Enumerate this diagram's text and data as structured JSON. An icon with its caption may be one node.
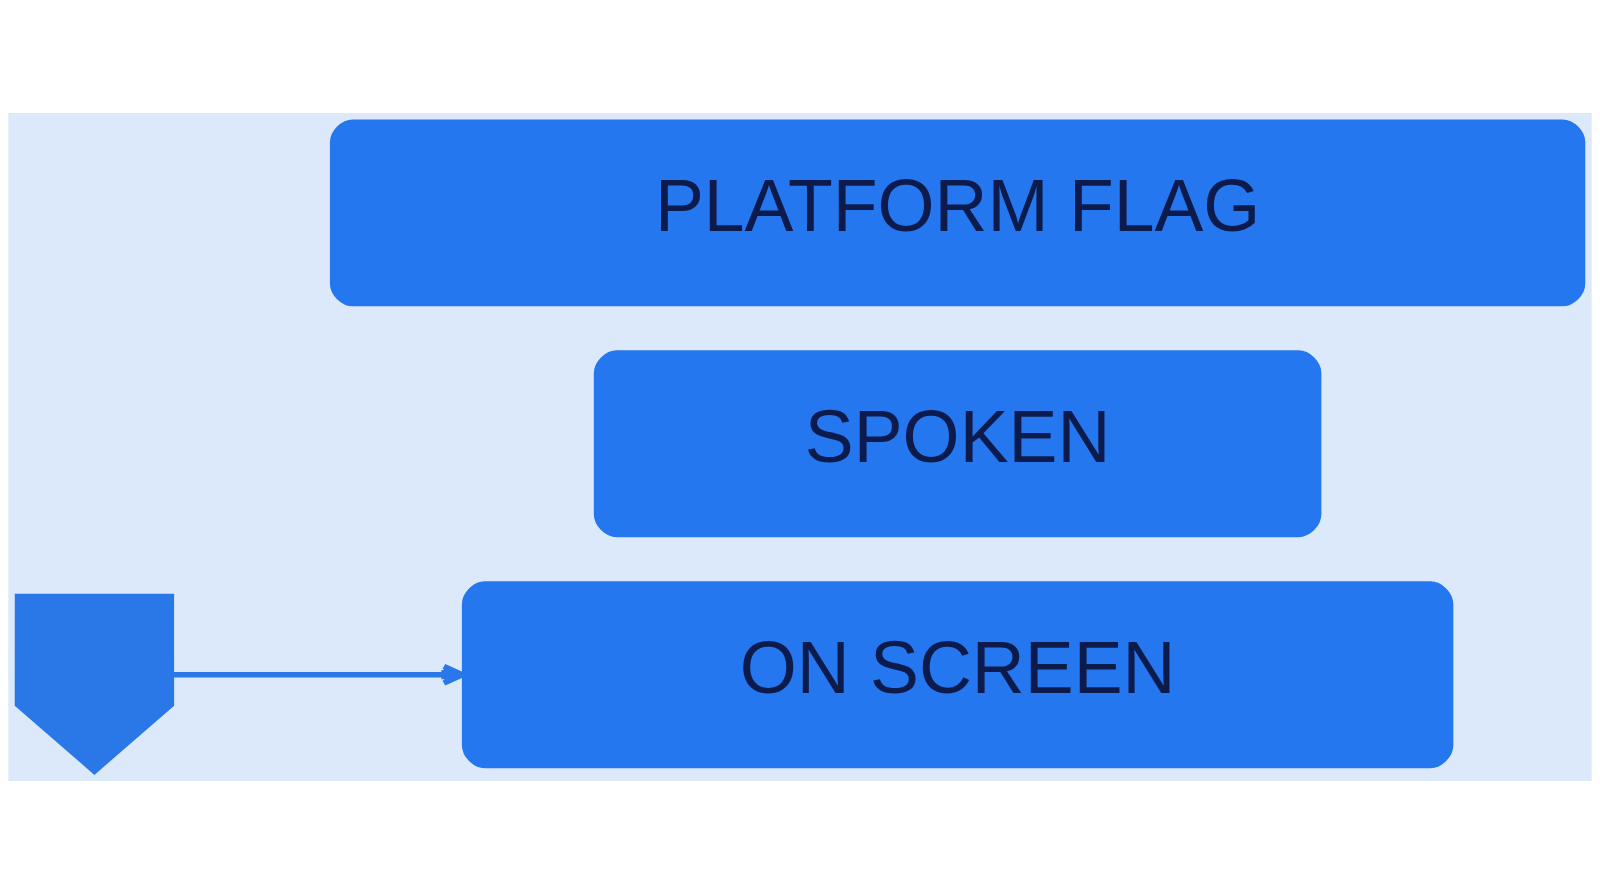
{
  "diagram": {
    "nodes": [
      {
        "text": [],
        "shape": "shield"
      },
      {
        "text": [
          "SPOKEN"
        ]
      },
      {
        "text": [
          "ON SCREEN"
        ]
      },
      {
        "text": [
          "PLATFORM FLAG"
        ]
      }
    ],
    "edges": [
      {
        "from": 0,
        "to": 2,
        "arrow": "to",
        "color": "#2a78e8"
      }
    ]
  }
}
